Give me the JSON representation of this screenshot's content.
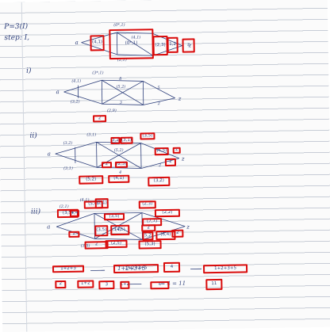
{
  "header": {
    "line1": "P=3(I)",
    "line2": "step: I,"
  },
  "parts": {
    "i": "i)",
    "ii": "ii)",
    "iii": "iii)"
  },
  "nodes": {
    "a1": "a",
    "z1": "z",
    "a2": "a",
    "z2": "z",
    "a3": "a",
    "z3": "z",
    "a4": "a",
    "z4": "z"
  },
  "labels": {
    "g1_top": "(0*,1)",
    "g1_l1": "(4,1)",
    "g1_l2": "(2,1)",
    "g2_top": "(3*,1)",
    "g2_l1": "(4,1)",
    "g2_l2": "(3,2)",
    "g2_l3": "(5,2)",
    "g2_b1": "(2,9)",
    "g2_e1": "8",
    "g2_e2": "3",
    "g2_e3": "5",
    "g2_e4": "2",
    "g3_top": "(3,1)",
    "g3_l1": "(3,2)",
    "g3_l2": "(3,1)",
    "g3_l3": "(5,2)",
    "g3_e1": "4",
    "g3_e2": "3",
    "g3_e3": "2",
    "g4_top": "(4,1)",
    "g4_l1": "(2,1)",
    "g4_l2": "(5,4)",
    "g4_l3": "(3,5)",
    "eq1": "1+2+3+5",
    "eq2": "= 4 = 11"
  },
  "annotations": [
    {
      "text": "(4,1)"
    },
    {
      "text": "(0*,1)"
    },
    {
      "text": "(2,3)"
    },
    {
      "text": "(1,2)"
    },
    {
      "text": "z"
    },
    {
      "text": "2"
    },
    {
      "text": "(3,2)"
    },
    {
      "text": "(3,1)"
    },
    {
      "text": "(3,5)"
    },
    {
      "text": "(4,5)"
    },
    {
      "text": "2"
    },
    {
      "text": "2"
    },
    {
      "text": "2"
    },
    {
      "text": "(5,2)"
    },
    {
      "text": "(4,1)"
    },
    {
      "text": "(3,2)"
    },
    {
      "text": "(2,3)"
    },
    {
      "text": "(5,4)"
    },
    {
      "text": "(2,1)"
    },
    {
      "text": "(3,5)"
    },
    {
      "text": "(2,3)"
    },
    {
      "text": "(2,2)"
    },
    {
      "text": "(3,5)"
    },
    {
      "text": "(7,7)"
    },
    {
      "text": "2"
    },
    {
      "text": "(3,5)"
    },
    {
      "text": "(4,5)"
    },
    {
      "text": "2"
    },
    {
      "text": "(5,2)"
    },
    {
      "text": "(6,4)"
    },
    {
      "text": "2"
    },
    {
      "text": "2"
    },
    {
      "text": "(2,5)"
    },
    {
      "text": "(5,3)"
    },
    {
      "text": "(4,4)"
    },
    {
      "text": "1+2+3"
    },
    {
      "text": "1+2+3+5"
    },
    {
      "text": "4"
    },
    {
      "text": "1+2+3+5"
    },
    {
      "text": "2"
    },
    {
      "text": "1+2"
    },
    {
      "text": "3"
    },
    {
      "text": "1+2"
    },
    {
      "text": "4"
    },
    {
      "text": "11"
    }
  ]
}
